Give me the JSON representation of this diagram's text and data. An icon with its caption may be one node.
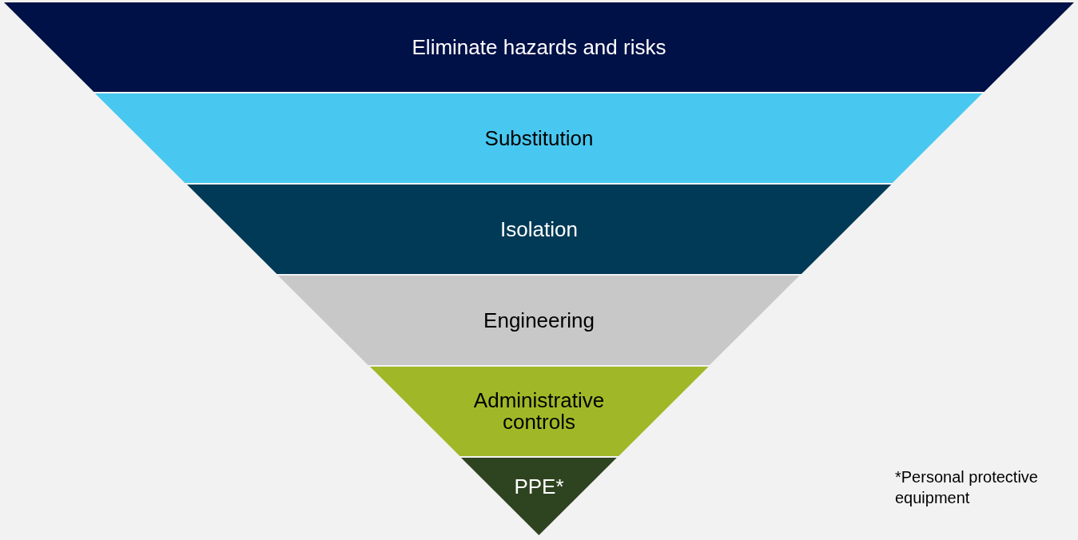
{
  "diagram": {
    "nodes": [
      {
        "text": [
          "Eliminate hazards and risks"
        ]
      },
      {
        "text": [
          "Substitution"
        ]
      },
      {
        "text": [
          "Isolation"
        ]
      },
      {
        "text": [
          "Engineering"
        ]
      },
      {
        "text": [
          "Administrative controls"
        ]
      },
      {
        "text": [
          "PPE*"
        ]
      }
    ],
    "labels": [
      "*Personal protective equipment"
    ]
  }
}
